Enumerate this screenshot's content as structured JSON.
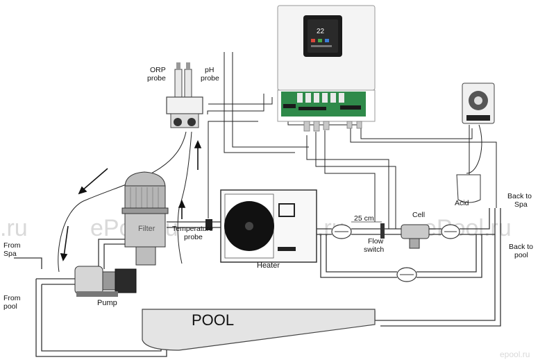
{
  "labels": {
    "orp_probe_1": "ORP",
    "orp_probe_2": "probe",
    "ph_probe_1": "pH",
    "ph_probe_2": "probe",
    "filter": "Filter",
    "temperature_probe_1": "Temperature",
    "temperature_probe_2": "probe",
    "heater": "Heater",
    "pump": "Pump",
    "distance": "25 cm",
    "flow_switch_1": "Flow",
    "flow_switch_2": "switch",
    "cell": "Cell",
    "acid": "Acid",
    "back_to_spa_1": "Back to",
    "back_to_spa_2": "Spa",
    "back_to_pool_1": "Back to",
    "back_to_pool_2": "pool",
    "from_spa_1": "From",
    "from_spa_2": "Spa",
    "from_pool_1": "From",
    "from_pool_2": "pool",
    "pool": "POOL"
  },
  "controller_display": {
    "temperature": "22"
  },
  "watermarks": {
    "left": ".ru",
    "mid1": "ePool.ru",
    "mid2": "ePool.ru",
    "mid3": "ePool.ru",
    "corner": "epool.ru"
  },
  "colors": {
    "pipe": "#333333",
    "cable": "#222222",
    "pcb": "#2f8a4a",
    "display": "#1b1b1b",
    "watermark": "#d9d9d9",
    "pool": "#e4e4e4"
  }
}
